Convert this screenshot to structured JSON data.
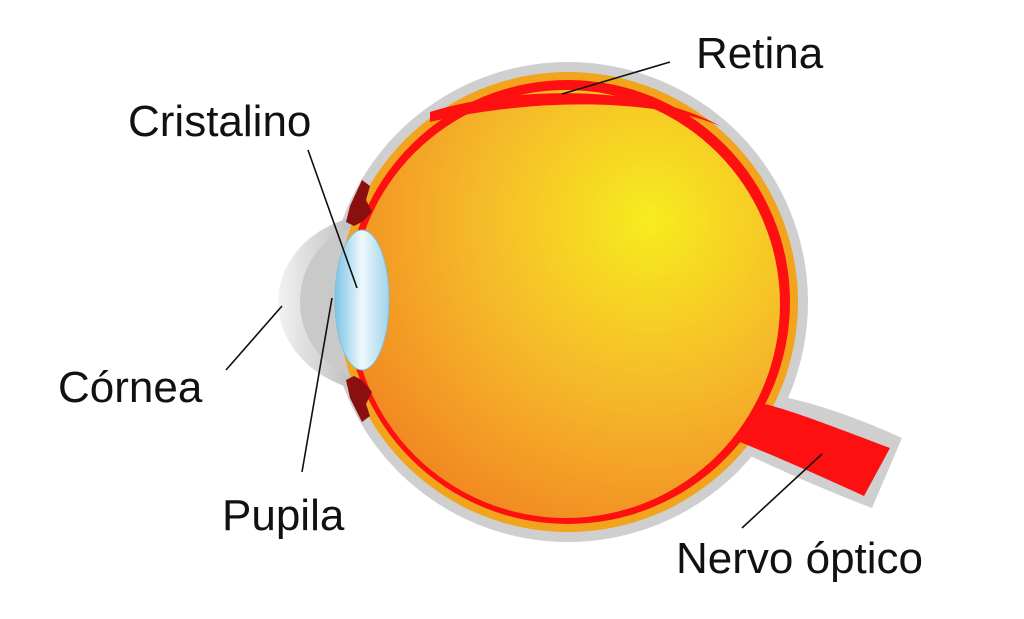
{
  "labels": {
    "retina": "Retina",
    "cristalino": "Cristalino",
    "cornea": "Córnea",
    "pupila": "Pupila",
    "nervo_optico": "Nervo óptico"
  },
  "colors": {
    "sclera": "#cfcfcf",
    "choroid": "#f2a41c",
    "retina": "#ff1010",
    "vitreous_center": "#f7ec1e",
    "vitreous_edge": "#f28a22",
    "lens": "#9fd4ec",
    "iris": "#8a1010",
    "cornea": "#d5d5d5",
    "leader_line": "#111111"
  }
}
